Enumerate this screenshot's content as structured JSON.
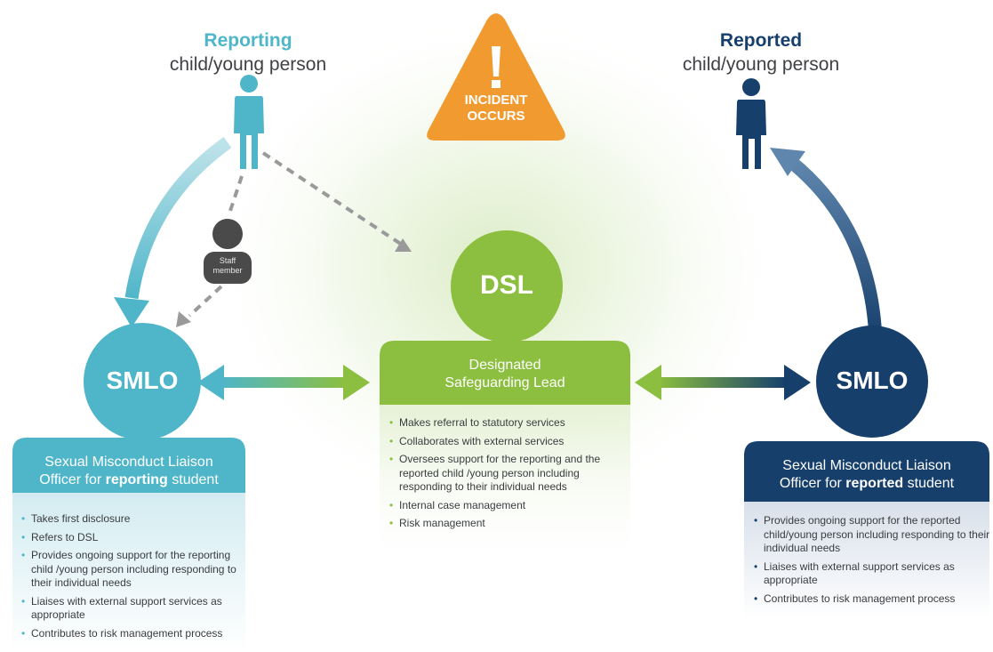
{
  "incident": {
    "line1": "INCIDENT",
    "line2": "OCCURS",
    "symbol": "!"
  },
  "reporting_person": {
    "title": "Reporting",
    "subtitle": "child/young person"
  },
  "reported_person": {
    "title": "Reported",
    "subtitle": "child/young person"
  },
  "staff_member": {
    "line1": "Staff",
    "line2": "member"
  },
  "dsl": {
    "abbr": "DSL",
    "title_line1": "Designated",
    "title_line2": "Safeguarding Lead",
    "bullets": [
      "Makes referral to statutory services",
      "Collaborates with external services",
      "Oversees support for the reporting and the reported child /young person including responding to their individual needs",
      "Internal case management",
      "Risk management"
    ]
  },
  "smlo_reporting": {
    "abbr": "SMLO",
    "title_line1": "Sexual Misconduct Liaison",
    "title_line2_prefix": "Officer for ",
    "title_line2_bold": "reporting",
    "title_line2_suffix": " student",
    "bullets": [
      "Takes first disclosure",
      "Refers to DSL",
      "Provides ongoing support for the reporting child /young person including responding to their individual needs",
      "Liaises with external support services as appropriate",
      "Contributes to risk management process"
    ]
  },
  "smlo_reported": {
    "abbr": "SMLO",
    "title_line1": "Sexual Misconduct Liaison",
    "title_line2_prefix": "Officer for ",
    "title_line2_bold": "reported",
    "title_line2_suffix": " student",
    "bullets": [
      "Provides ongoing support for the reported child/young person including responding to their individual needs",
      "Liaises with external support services as appropriate",
      "Contributes to risk management process"
    ]
  },
  "colors": {
    "reporting": "#4fb6c9",
    "reported": "#163f6c",
    "dsl": "#8cbf3f",
    "incident": "#f09a2f",
    "staff": "#4a4a4a",
    "dashed": "#9a9a9a"
  },
  "icons": {
    "reporting_person": "person-icon",
    "reported_person": "person-icon",
    "staff_member": "person-icon",
    "incident": "warning-triangle-icon"
  }
}
